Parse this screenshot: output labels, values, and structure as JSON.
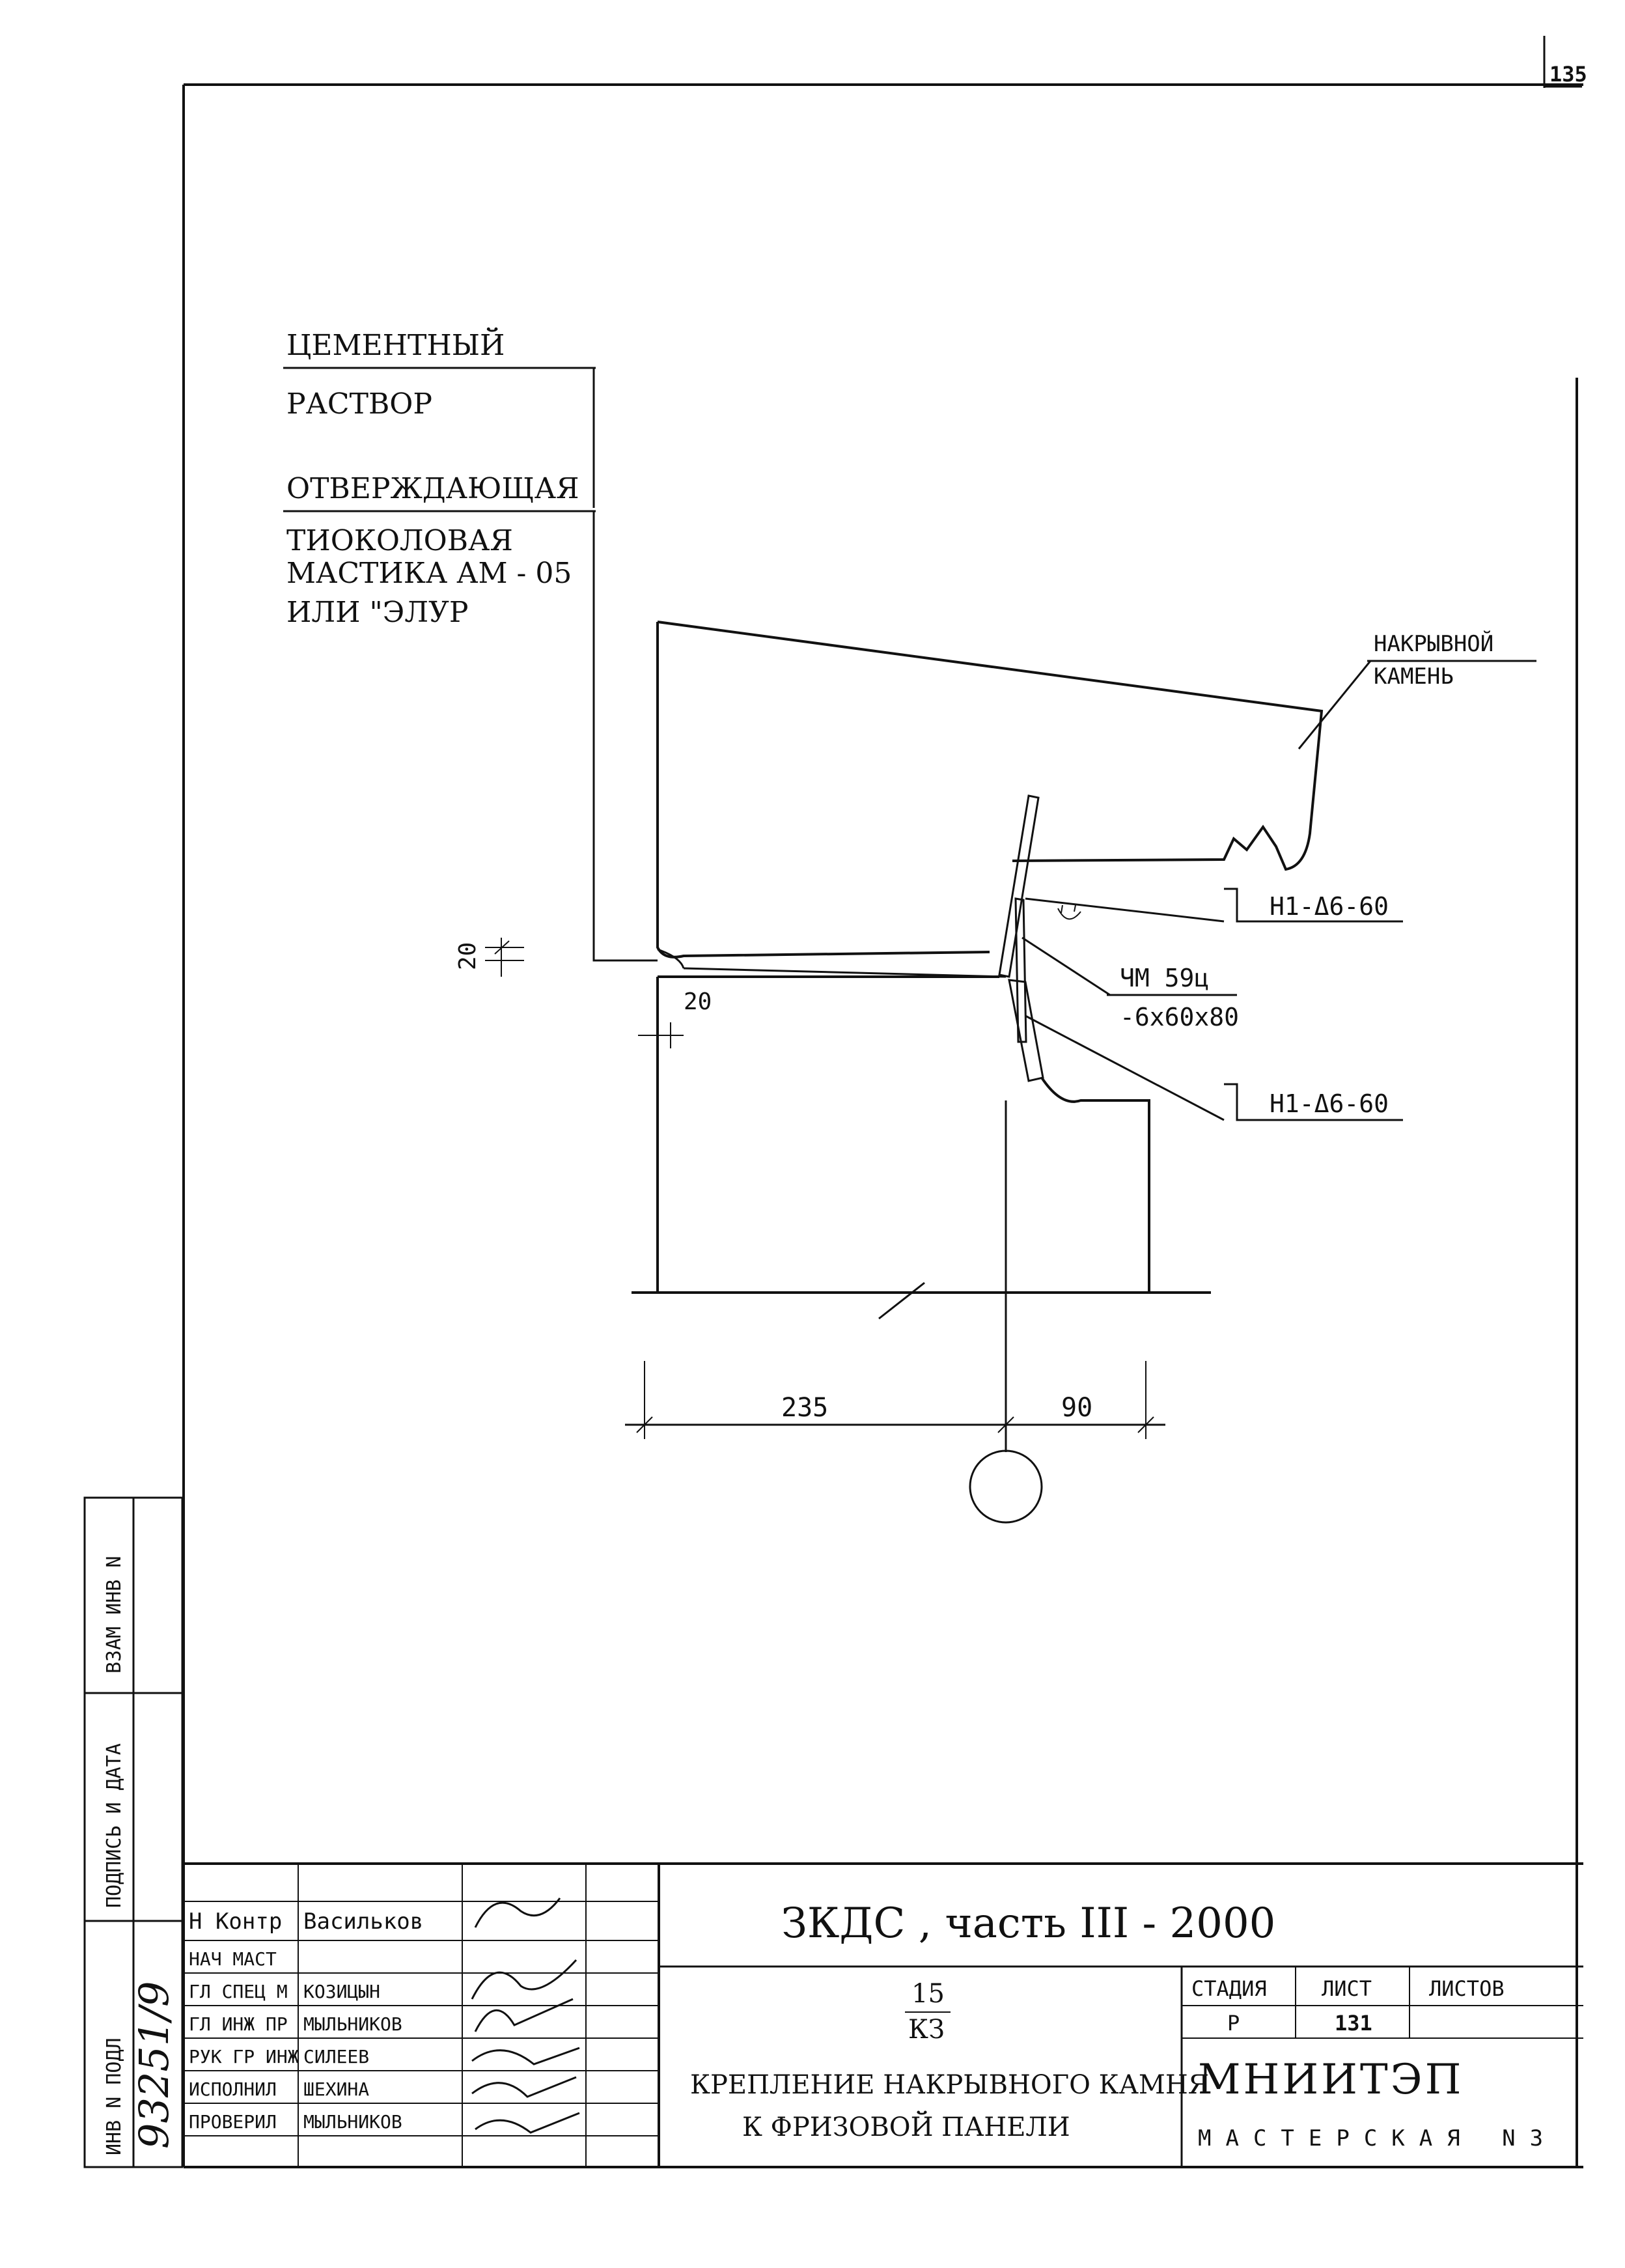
{
  "page_number": "135",
  "legend": {
    "line1": "ЦЕМЕНТНЫЙ",
    "line2": "РАСТВОР",
    "line3": "ОТВЕРЖДАЮЩАЯ",
    "line4": "ТИОКОЛОВАЯ",
    "line5": "МАСТИКА АМ - 05",
    "line6": "ИЛИ \"ЭЛУР"
  },
  "callouts": {
    "stone_line1": "НАКРЫВНОЙ",
    "stone_line2": "КАМЕНЬ",
    "anchor_top": "Н1-Δ6-60",
    "plate_mark": "ЧМ 59ц",
    "plate_size": "-6х60х80",
    "anchor_bottom": "Н1-Δ6-60"
  },
  "dimensions": {
    "joint_height": "20",
    "joint_width": "20",
    "left_dim": "235",
    "right_dim": "90"
  },
  "side_stamps": {
    "inv_vzam": "ВЗАМ ИНВ N",
    "sign_date": "ПОДПИСЬ И ДАТА",
    "inv_podl": "ИНВ N ПОДЛ",
    "inv_number": "93251/9"
  },
  "title_block": {
    "project_title": "ЗКДС , часть III - 2000",
    "sheet_code_top": "15",
    "sheet_code_bottom": "КЗ",
    "drawing_title_1": "КРЕПЛЕНИЕ НАКРЫВНОГО КАМНЯ",
    "drawing_title_2": "К ФРИЗОВОЙ ПАНЕЛИ",
    "stage_label": "СТАДИЯ",
    "sheet_label": "ЛИСТ",
    "sheets_label": "ЛИСТОВ",
    "stage_value": "Р",
    "sheet_value": "131",
    "org_name": "МНИИТЭП",
    "org_unit": "МАСТЕРСКАЯ N3",
    "rows": [
      {
        "role": "Н Контр",
        "name": "Васильков"
      },
      {
        "role": "НАЧ МАСТ",
        "name": ""
      },
      {
        "role": "ГЛ СПЕЦ М",
        "name": "КОЗИЦЫН"
      },
      {
        "role": "ГЛ ИНЖ ПР",
        "name": "МЫЛЬНИКОВ"
      },
      {
        "role": "РУК ГР ИНЖ",
        "name": "СИЛЕЕВ"
      },
      {
        "role": "ИСПОЛНИЛ",
        "name": "ШЕХИНА"
      },
      {
        "role": "ПРОВЕРИЛ",
        "name": "МЫЛЬНИКОВ"
      }
    ]
  }
}
